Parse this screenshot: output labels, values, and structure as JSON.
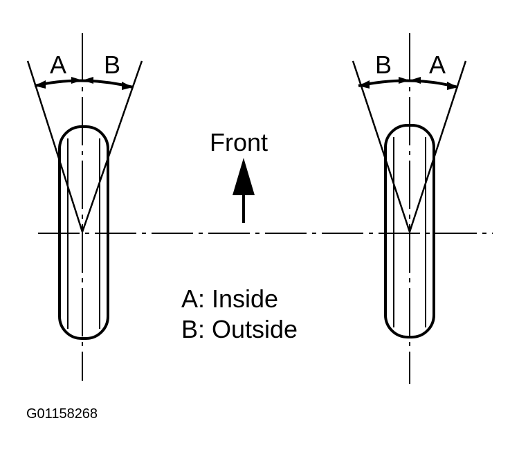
{
  "diagram": {
    "left_wheel": {
      "left_label": "A",
      "right_label": "B"
    },
    "right_wheel": {
      "left_label": "B",
      "right_label": "A"
    },
    "direction_label": "Front",
    "legend": [
      "A: Inside",
      "B: Outside"
    ],
    "figure_id": "G01158268"
  }
}
